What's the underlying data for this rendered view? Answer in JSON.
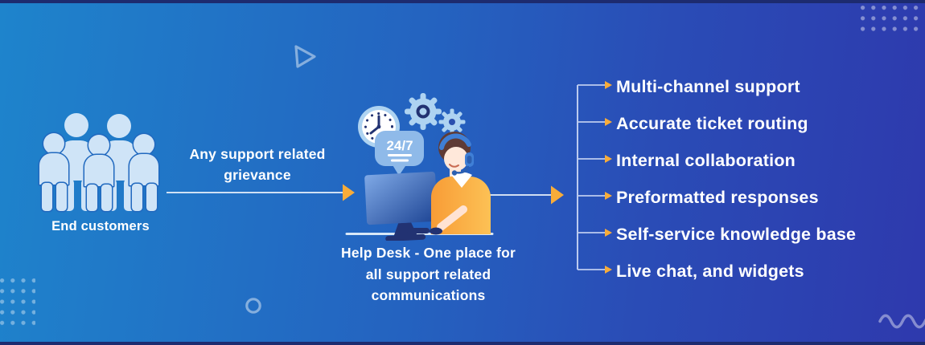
{
  "title": "Help desk support flow infographic",
  "customers": {
    "label": "End customers",
    "icon": "customers-group-icon"
  },
  "grievance": {
    "label": "Any support related\ngrievance"
  },
  "helpdesk": {
    "badge": "24/7",
    "caption": "Help Desk - One place for\nall support related\ncommunications",
    "icons": [
      "clock-icon",
      "gears-icon",
      "chat-bubble-icon",
      "support-agent-icon",
      "monitor-icon"
    ]
  },
  "features": {
    "items": [
      "Multi-channel support",
      "Accurate ticket routing",
      "Internal collaboration",
      "Preformatted responses",
      "Self-service knowledge base",
      "Live chat, and widgets"
    ]
  },
  "colors": {
    "background_left": "#1e84cc",
    "background_right": "#2e39ad",
    "edge_bar": "#1d2b6f",
    "accent_orange": "#f8ac39",
    "icon_light_blue": "#cfe4f7",
    "line_light": "#e9f1fb",
    "tree_line": "#bccbef",
    "navy_detail": "#223272"
  }
}
